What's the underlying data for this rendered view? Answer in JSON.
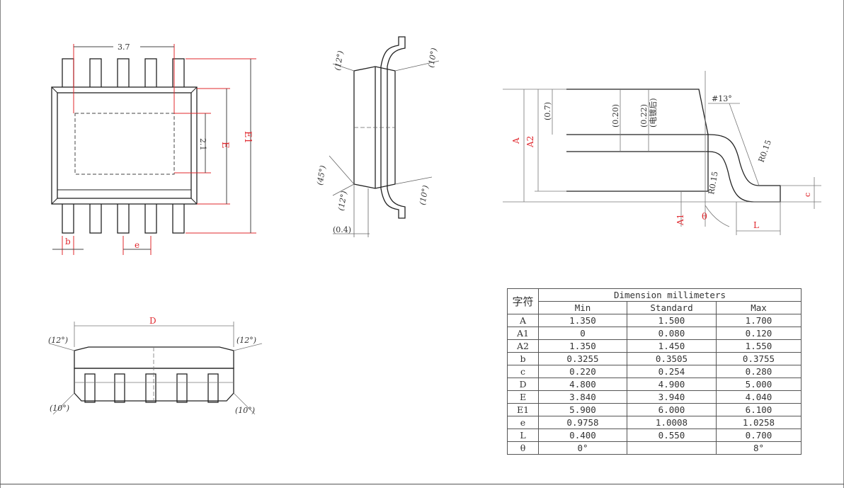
{
  "drawing": {
    "top_view": {
      "width_label": "3.7",
      "height_label": "2.1",
      "e_label": "E",
      "e1_label": "E1",
      "b_label": "b",
      "pitch_label": "e"
    },
    "side_view": {
      "angle_top_left": "(12°)",
      "angle_top_right": "(10°)",
      "angle_bottom_left_45": "(45°)",
      "angle_bottom_left_12": "(12°)",
      "angle_bottom_right": "(10°)",
      "foot_label": "(0.4)"
    },
    "profile_view": {
      "a_label": "A",
      "a2_label": "A2",
      "a1_label": "A1",
      "theta_label": "θ",
      "l_label": "L",
      "c_label": "c",
      "dim_07": "(0.7)",
      "dim_020": "(0.20)",
      "dim_022": "(0.22)",
      "dim_022_note": "(电镀后)",
      "angle_13": "#13°",
      "radius_top": "R0.15",
      "radius_bottom": "R0.15"
    },
    "bottom_view": {
      "d_label": "D",
      "angle_tl": "(12°)",
      "angle_tr": "(12°)",
      "angle_bl": "(10°)",
      "angle_br": "(10°)"
    }
  },
  "table": {
    "symbol_header": "字符",
    "group_header": "Dimension millimeters",
    "columns": [
      "Min",
      "Standard",
      "Max"
    ],
    "rows": [
      {
        "sym": "A",
        "min": "1.350",
        "std": "1.500",
        "max": "1.700"
      },
      {
        "sym": "A1",
        "min": "0",
        "std": "0.080",
        "max": "0.120"
      },
      {
        "sym": "A2",
        "min": "1.350",
        "std": "1.450",
        "max": "1.550"
      },
      {
        "sym": "b",
        "min": "0.3255",
        "std": "0.3505",
        "max": "0.3755"
      },
      {
        "sym": "c",
        "min": "0.220",
        "std": "0.254",
        "max": "0.280"
      },
      {
        "sym": "D",
        "min": "4.800",
        "std": "4.900",
        "max": "5.000"
      },
      {
        "sym": "E",
        "min": "3.840",
        "std": "3.940",
        "max": "4.040"
      },
      {
        "sym": "E1",
        "min": "5.900",
        "std": "6.000",
        "max": "6.100"
      },
      {
        "sym": "e",
        "min": "0.9758",
        "std": "1.0008",
        "max": "1.0258"
      },
      {
        "sym": "L",
        "min": "0.400",
        "std": "0.550",
        "max": "0.700"
      },
      {
        "sym": "θ",
        "min": "0°",
        "std": "",
        "max": "8°"
      }
    ]
  }
}
